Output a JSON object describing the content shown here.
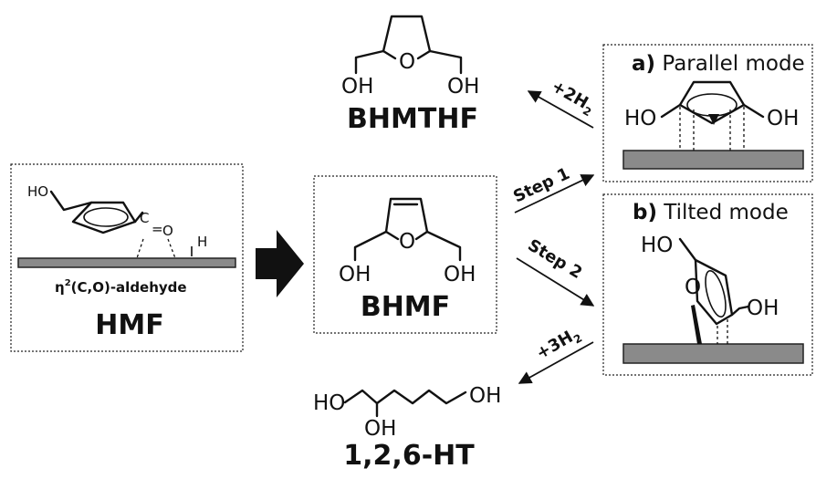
{
  "hmf_panel": {
    "oh": "HO",
    "carbonyl_c": "C",
    "carbonyl_eq": "=",
    "carbonyl_o": "O",
    "h": "H",
    "eta_symbol": "η",
    "eta_superscript": "2",
    "eta_rest": "(C,O)-aldehyde",
    "name": "HMF"
  },
  "bhmf_panel": {
    "ring_o": "O",
    "oh_left": "OH",
    "oh_right": "OH",
    "name": "BHMF"
  },
  "bhmthf": {
    "ring_o": "O",
    "oh_left": "OH",
    "oh_right": "OH",
    "name": "BHMTHF"
  },
  "ht": {
    "ho_left": "HO",
    "oh_right": "OH",
    "oh_below": "OH",
    "name": "1,2,6-HT"
  },
  "arrows": {
    "step1": "Step 1",
    "step2": "Step 2",
    "h2_top": {
      "prefix": "+2H",
      "subscript": "2"
    },
    "h2_bottom": {
      "prefix": "+3H",
      "subscript": "2"
    }
  },
  "parallel_panel": {
    "tag": "a)",
    "title": "Parallel mode",
    "ho": "HO",
    "oh": "OH"
  },
  "tilted_panel": {
    "tag": "b)",
    "title": "Tilted mode",
    "ho": "HO",
    "ring_o": "O",
    "oh": "OH"
  }
}
